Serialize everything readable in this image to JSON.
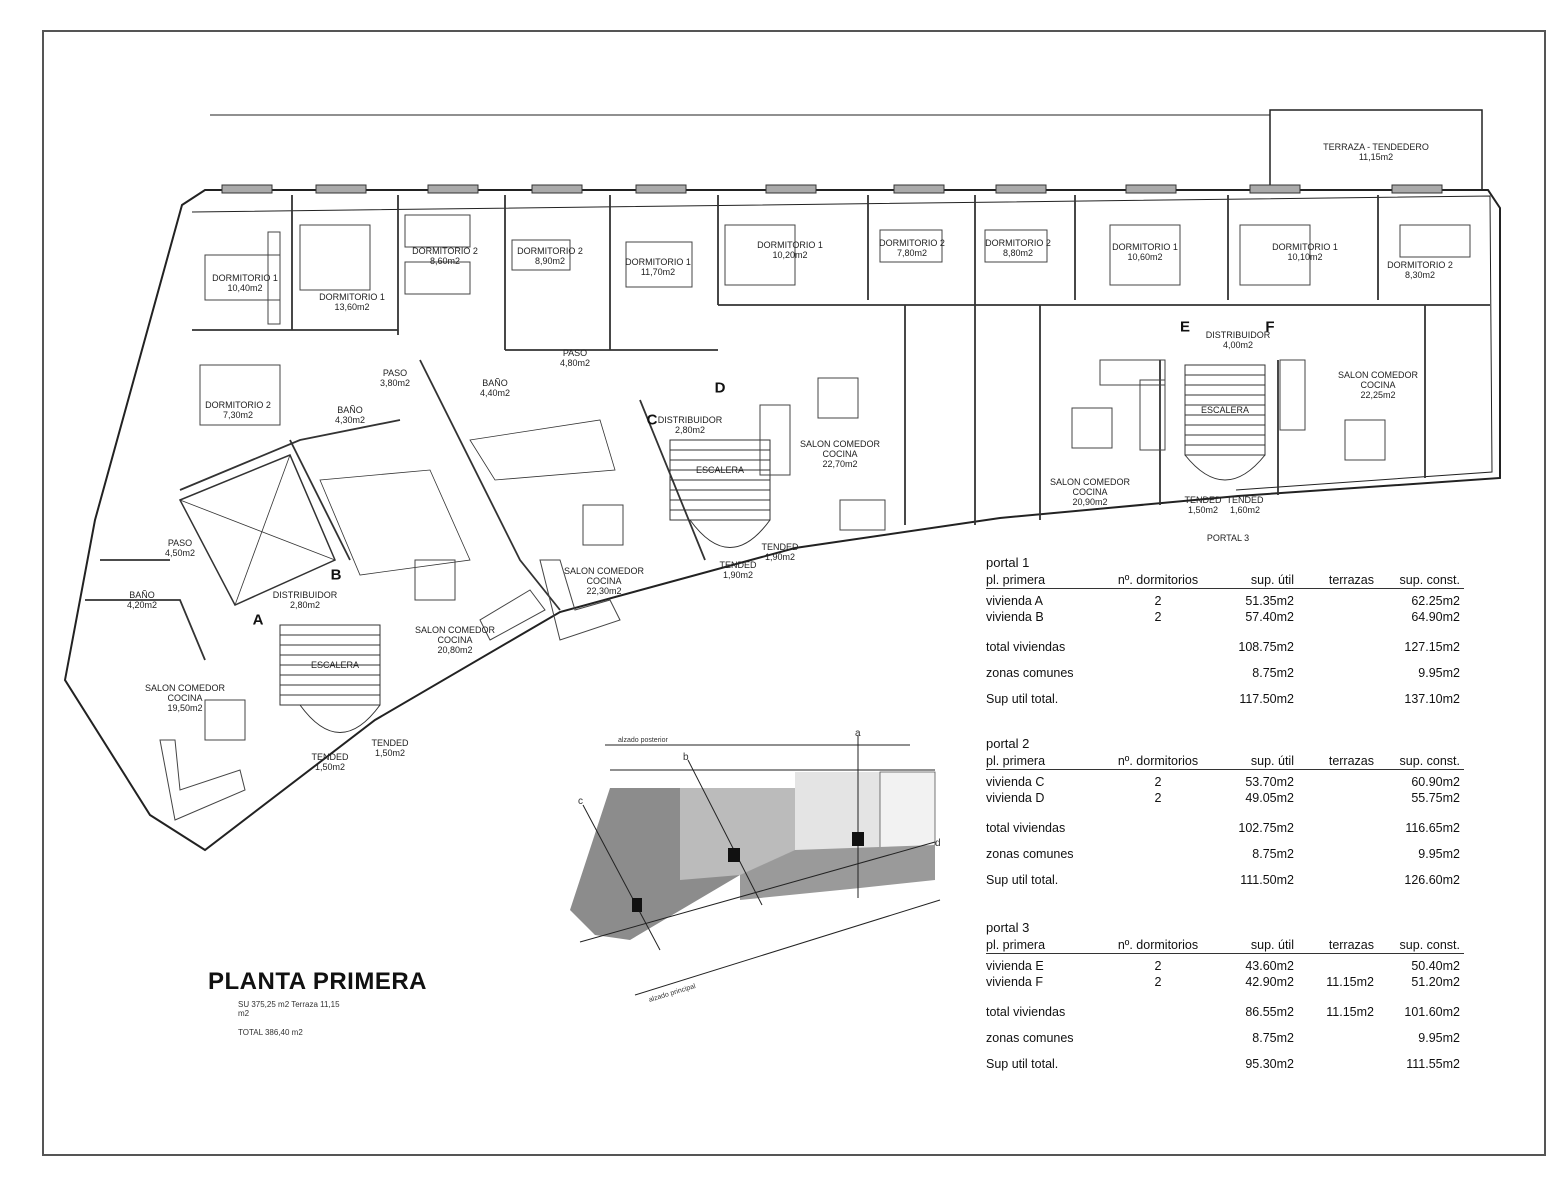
{
  "title": "PLANTA PRIMERA",
  "title_notes": [
    "SU 375,25 m2  Terraza 11,15 m2",
    "TOTAL 386,40 m2"
  ],
  "unit_letters": [
    "A",
    "B",
    "C",
    "D",
    "E",
    "F"
  ],
  "rooms": [
    {
      "id": "r1",
      "label": "DORMITORIO 1\n10,40m2"
    },
    {
      "id": "r2",
      "label": "DORMITORIO 1\n13,60m2"
    },
    {
      "id": "r3",
      "label": "DORMITORIO 2\n8,60m2"
    },
    {
      "id": "r4",
      "label": "DORMITORIO 2\n8,90m2"
    },
    {
      "id": "r5",
      "label": "DORMITORIO 1\n11,70m2"
    },
    {
      "id": "r6",
      "label": "DORMITORIO 1\n10,20m2"
    },
    {
      "id": "r7",
      "label": "DORMITORIO 2\n7,80m2"
    },
    {
      "id": "r8",
      "label": "DORMITORIO 2\n8,80m2"
    },
    {
      "id": "r9",
      "label": "DORMITORIO 1\n10,60m2"
    },
    {
      "id": "r10",
      "label": "DORMITORIO 1\n10,10m2"
    },
    {
      "id": "r11",
      "label": "DORMITORIO 2\n8,30m2"
    },
    {
      "id": "r12",
      "label": "DORMITORIO 2\n7,30m2"
    },
    {
      "id": "r13",
      "label": "PASO\n3,80m2"
    },
    {
      "id": "r14",
      "label": "PASO\n4,80m2"
    },
    {
      "id": "r15",
      "label": "PASO\n4,50m2"
    },
    {
      "id": "r16",
      "label": "BAÑO\n4,30m2"
    },
    {
      "id": "r17",
      "label": "BAÑO\n4,40m2"
    },
    {
      "id": "r18",
      "label": "BAÑO\n4,20m2"
    },
    {
      "id": "r19",
      "label": "SALON COMEDOR\nCOCINA\n20,80m2"
    },
    {
      "id": "r20",
      "label": "SALON COMEDOR\nCOCINA\n22,30m2"
    },
    {
      "id": "r21",
      "label": "SALON COMEDOR\nCOCINA\n22,70m2"
    },
    {
      "id": "r22",
      "label": "SALON COMEDOR\nCOCINA\n20,90m2"
    },
    {
      "id": "r23",
      "label": "SALON COMEDOR\nCOCINA\n22,25m2"
    },
    {
      "id": "r24",
      "label": "SALON COMEDOR\nCOCINA\n19,50m2"
    },
    {
      "id": "r25",
      "label": "DISTRIBUIDOR\n2,80m2"
    },
    {
      "id": "r26",
      "label": "DISTRIBUIDOR\n2,80m2"
    },
    {
      "id": "r27",
      "label": "DISTRIBUIDOR\n4,00m2"
    },
    {
      "id": "r28",
      "label": "ESCALERA"
    },
    {
      "id": "r29",
      "label": "ESCALERA"
    },
    {
      "id": "r30",
      "label": "ESCALERA"
    },
    {
      "id": "r31",
      "label": "TENDED\n1,50m2"
    },
    {
      "id": "r32",
      "label": "TENDED\n1,50m2"
    },
    {
      "id": "r33",
      "label": "TENDED\n1,90m2"
    },
    {
      "id": "r34",
      "label": "TENDED\n1,90m2"
    },
    {
      "id": "r35",
      "label": "TENDED\n1,50m2"
    },
    {
      "id": "r36",
      "label": "TENDED\n1,60m2"
    },
    {
      "id": "r37",
      "label": "TERRAZA - TENDEDERO\n11,15m2"
    },
    {
      "id": "r38",
      "label": "PORTAL 3"
    }
  ],
  "inset_labels": [
    "alzado posterior",
    "alzado principal",
    "a",
    "b",
    "c",
    "d"
  ],
  "portals": [
    {
      "name": "portal 1",
      "columns": [
        "pl. primera",
        "nº. dormitorios",
        "sup. útil",
        "terrazas",
        "sup. const."
      ],
      "rows": [
        [
          "vivienda A",
          "2",
          "51.35m2",
          "",
          "62.25m2"
        ],
        [
          "vivienda B",
          "2",
          "57.40m2",
          "",
          "64.90m2"
        ]
      ],
      "totals": [
        [
          "total viviendas",
          "",
          "108.75m2",
          "",
          "127.15m2"
        ],
        [
          "zonas comunes",
          "",
          "8.75m2",
          "",
          "9.95m2"
        ],
        [
          "Sup util total.",
          "",
          "117.50m2",
          "",
          "137.10m2"
        ]
      ]
    },
    {
      "name": "portal 2",
      "columns": [
        "pl. primera",
        "nº. dormitorios",
        "sup. útil",
        "terrazas",
        "sup. const."
      ],
      "rows": [
        [
          "vivienda C",
          "2",
          "53.70m2",
          "",
          "60.90m2"
        ],
        [
          "vivienda D",
          "2",
          "49.05m2",
          "",
          "55.75m2"
        ]
      ],
      "totals": [
        [
          "total viviendas",
          "",
          "102.75m2",
          "",
          "116.65m2"
        ],
        [
          "zonas comunes",
          "",
          "8.75m2",
          "",
          "9.95m2"
        ],
        [
          "Sup util total.",
          "",
          "111.50m2",
          "",
          "126.60m2"
        ]
      ]
    },
    {
      "name": "portal 3",
      "columns": [
        "pl. primera",
        "nº. dormitorios",
        "sup. útil",
        "terrazas",
        "sup. const."
      ],
      "rows": [
        [
          "vivienda E",
          "2",
          "43.60m2",
          "",
          "50.40m2"
        ],
        [
          "vivienda F",
          "2",
          "42.90m2",
          "11.15m2",
          "51.20m2"
        ]
      ],
      "totals": [
        [
          "total viviendas",
          "",
          "86.55m2",
          "11.15m2",
          "101.60m2"
        ],
        [
          "zonas comunes",
          "",
          "8.75m2",
          "",
          "9.95m2"
        ],
        [
          "Sup util total.",
          "",
          "95.30m2",
          "",
          "111.55m2"
        ]
      ]
    }
  ]
}
